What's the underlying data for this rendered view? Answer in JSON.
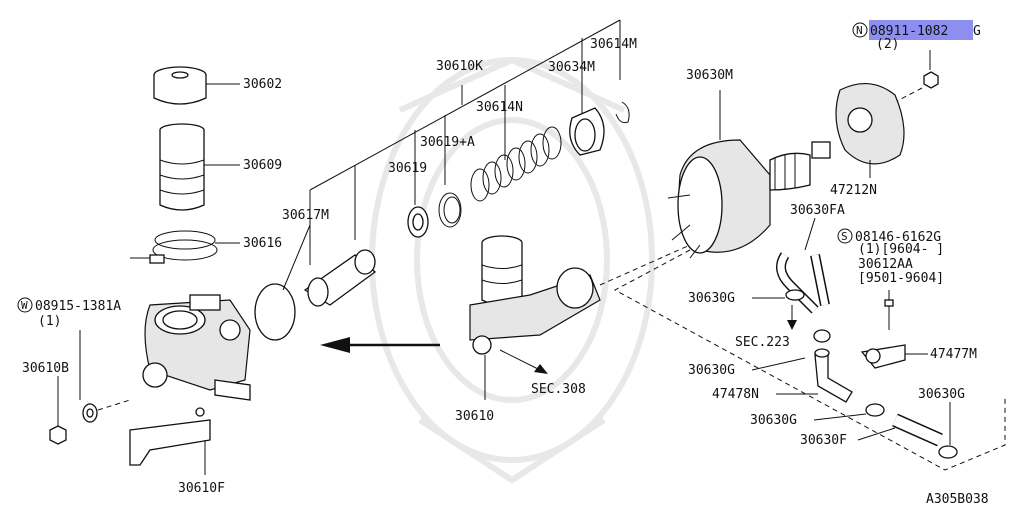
{
  "labels": {
    "p30602": "30602",
    "p30609": "30609",
    "p30616": "30616",
    "p08915": "08915-1381A",
    "p08915_qty": "(1)",
    "p08915_prefix": "W",
    "p30610B": "30610B",
    "p30610F": "30610F",
    "p30617M": "30617M",
    "p30619": "30619",
    "p30619A": "30619+A",
    "p30610K": "30610K",
    "p30614N": "30614N",
    "p30634M": "30634M",
    "p30614M": "30614M",
    "p30610": "30610",
    "sec308": "SEC.308",
    "p30630M": "30630M",
    "p08911_prefix": "N",
    "p08911": "08911-1082",
    "p08911_suffix": "G",
    "p08911_qty": "(2)",
    "p47212N": "47212N",
    "p30630FA": "30630FA",
    "p08146_prefix": "S",
    "p08146": "08146-6162G",
    "p08146_range": "(1)[9604-    ]",
    "p30612AA": "30612AA",
    "p30612AA_range": "[9501-9604]",
    "p30630G_a": "30630G",
    "sec223": "SEC.223",
    "p30630G_b": "30630G",
    "p47477M": "47477M",
    "p47478N": "47478N",
    "p30630G_c": "30630G",
    "p30630G_d": "30630G",
    "p30630F": "30630F",
    "diagram_code": "A305B038"
  },
  "highlight_color": "#8d8ff0"
}
